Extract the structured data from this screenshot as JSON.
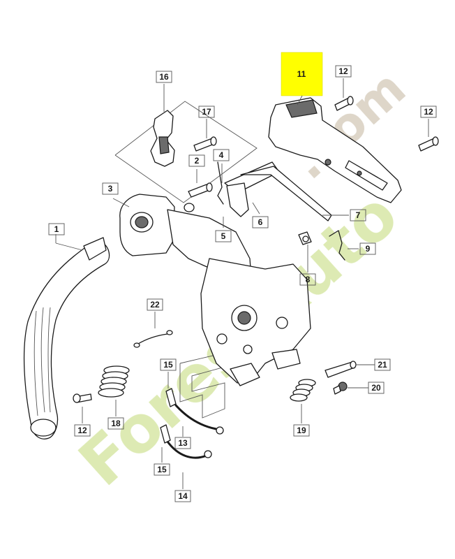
{
  "highlight_color": "#ffff00",
  "highlighted_part": "11",
  "watermark": {
    "text_main": "ForestAuto",
    "text_com": ".com",
    "color_main": "#d7e7a6",
    "color_com": "#d8cfc0"
  },
  "callouts": {
    "c1": "1",
    "c2": "2",
    "c3": "3",
    "c4": "4",
    "c5": "5",
    "c6": "6",
    "c7": "7",
    "c8": "8",
    "c9": "9",
    "c11": "11",
    "c12a": "12",
    "c12b": "12",
    "c12c": "12",
    "c13": "13",
    "c14": "14",
    "c15a": "15",
    "c15b": "15",
    "c16": "16",
    "c17": "17",
    "c18": "18",
    "c19": "19",
    "c20": "20",
    "c21": "21",
    "c22": "22"
  }
}
